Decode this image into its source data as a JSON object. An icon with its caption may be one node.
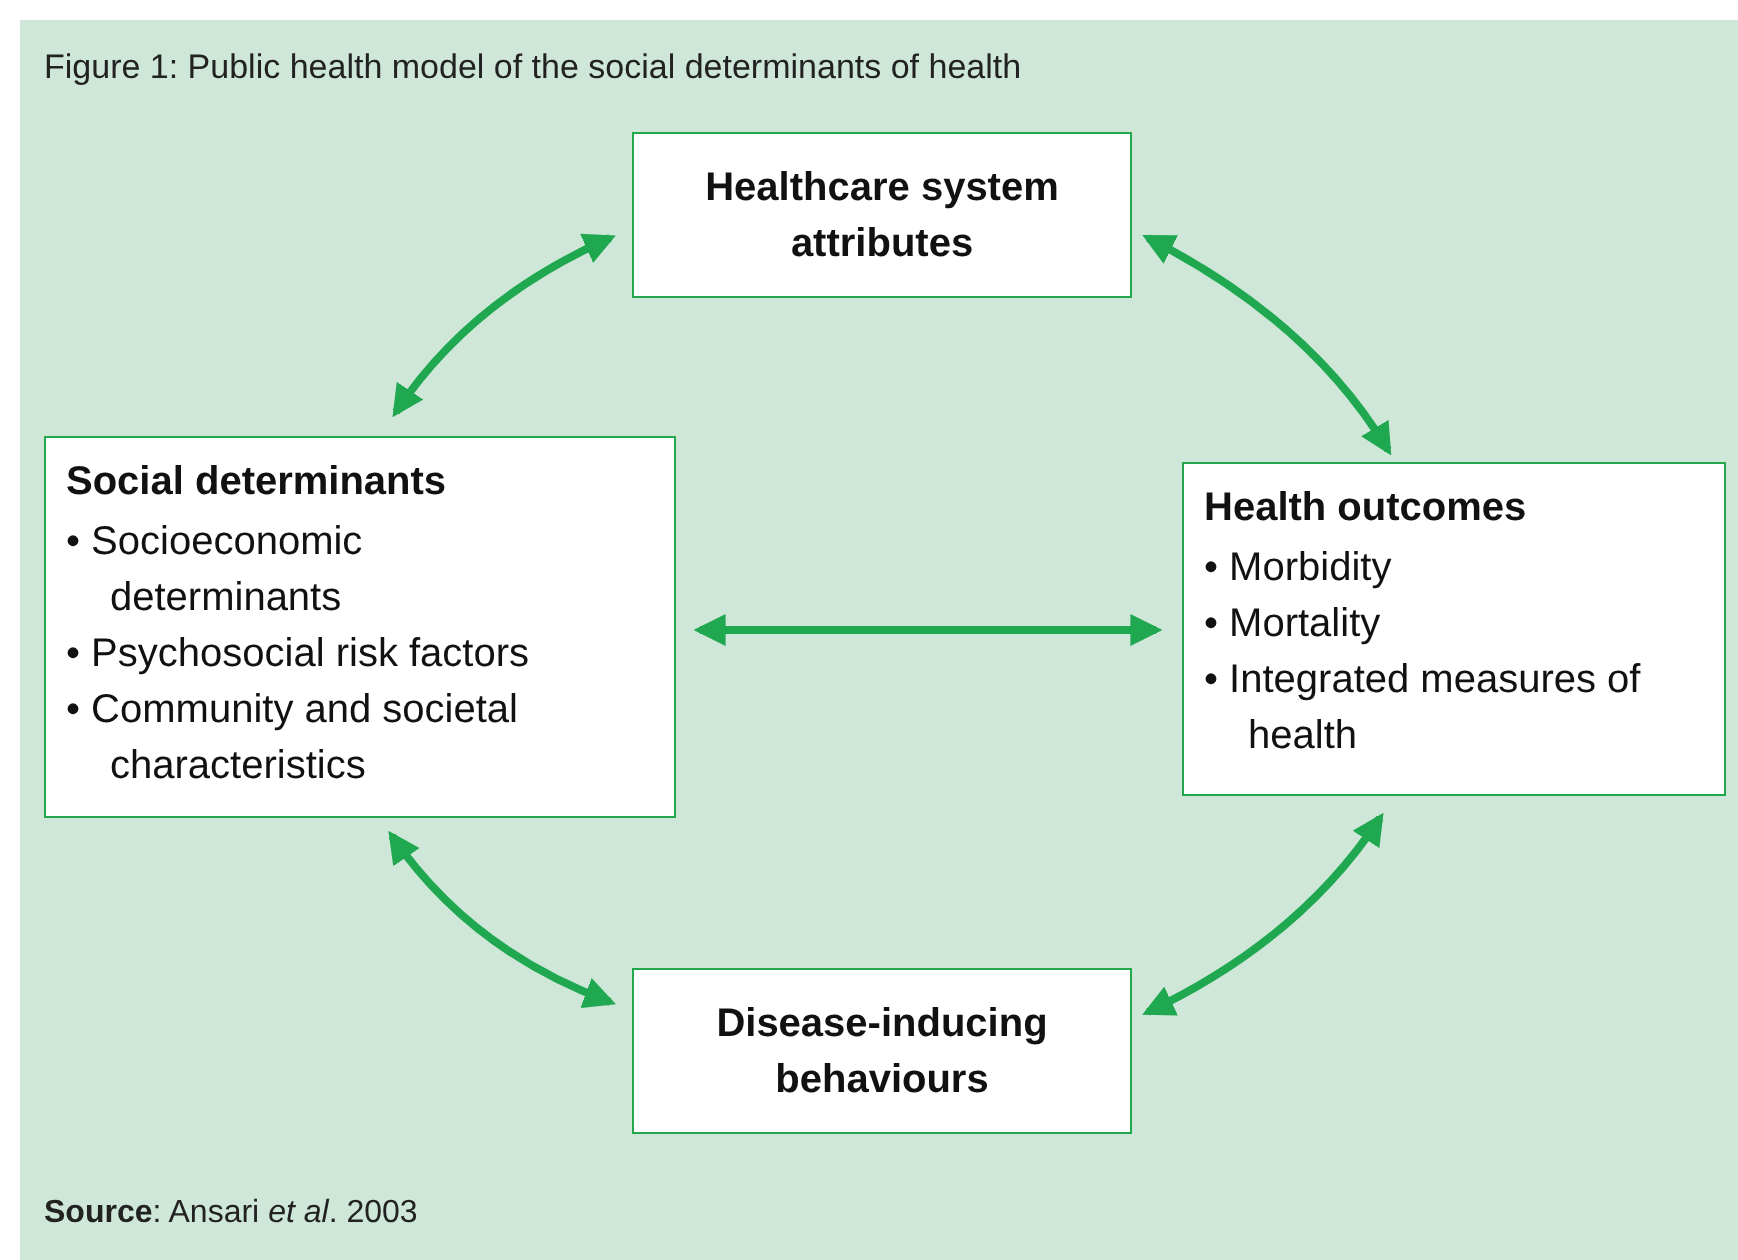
{
  "diagram": {
    "title": "Figure 1: Public health model of the social determinants of health",
    "caption": "**Source**: Ansari *et al*. 2003",
    "nodes": [
      {
        "text": [
          "Healthcare system attributes"
        ]
      },
      {
        "text": [
          "Social determinants",
          "• Socioeconomic determinants",
          "• Psychosocial risk factors",
          "• Community and societal characteristics"
        ]
      },
      {
        "text": [
          "Health outcomes",
          "• Morbidity",
          "• Mortality",
          "• Integrated measures of health"
        ]
      },
      {
        "text": [
          "Disease-inducing behaviours"
        ]
      }
    ],
    "edges": [
      {
        "from": 0,
        "to": 1,
        "arrow": "both"
      },
      {
        "from": 0,
        "to": 2,
        "arrow": "both"
      },
      {
        "from": 1,
        "to": 2,
        "arrow": "both"
      },
      {
        "from": 1,
        "to": 3,
        "arrow": "both"
      },
      {
        "from": 2,
        "to": 3,
        "arrow": "both"
      }
    ]
  }
}
